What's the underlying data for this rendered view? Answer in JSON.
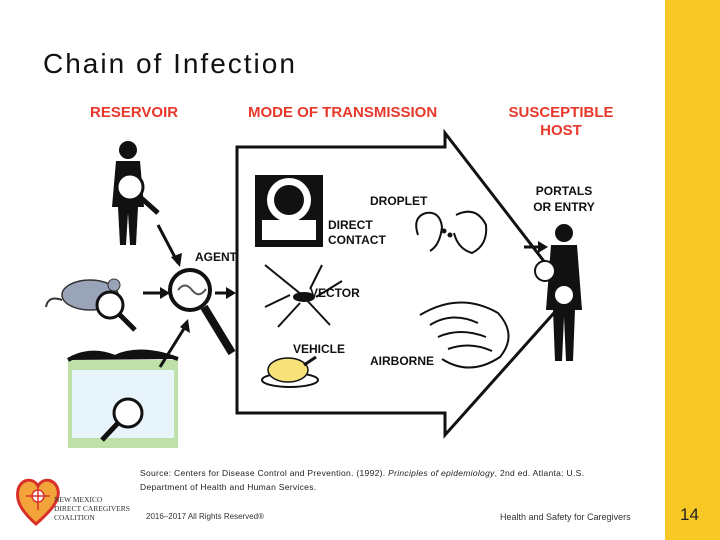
{
  "title": "Chain of Infection",
  "diagram": {
    "reservoir": "RESERVOIR",
    "mode": "MODE OF TRANSMISSION",
    "host_line1": "SUSCEPTIBLE",
    "host_line2": "HOST",
    "portals_line1": "PORTALS",
    "portals_line2": "OR ENTRY",
    "agent": "AGENT",
    "droplet": "DROPLET",
    "direct_line1": "DIRECT",
    "direct_line2": "CONTACT",
    "vector": "VECTOR",
    "vehicle": "VEHICLE",
    "airborne": "AIRBORNE"
  },
  "source": {
    "prefix": "Source: Centers for Disease Control and Prevention. (1992).",
    "italic": "Principles of epidemiology",
    "suffix": ", 2nd ed. Atlanta: U.S. Department of Health and Human Services."
  },
  "footer": {
    "copyright": "2016–2017 All Rights Reserved®",
    "course": "Health and Safety for Caregivers",
    "page": "14"
  },
  "logo": {
    "line1": "NEW MEXICO",
    "line2": "DIRECT CAREGIVERS",
    "line3": "COALITION"
  },
  "colors": {
    "accent_bar": "#f8c825",
    "label_red": "#e8382a",
    "heart_red": "#d8312a",
    "heart_orange": "#f2a43a"
  }
}
